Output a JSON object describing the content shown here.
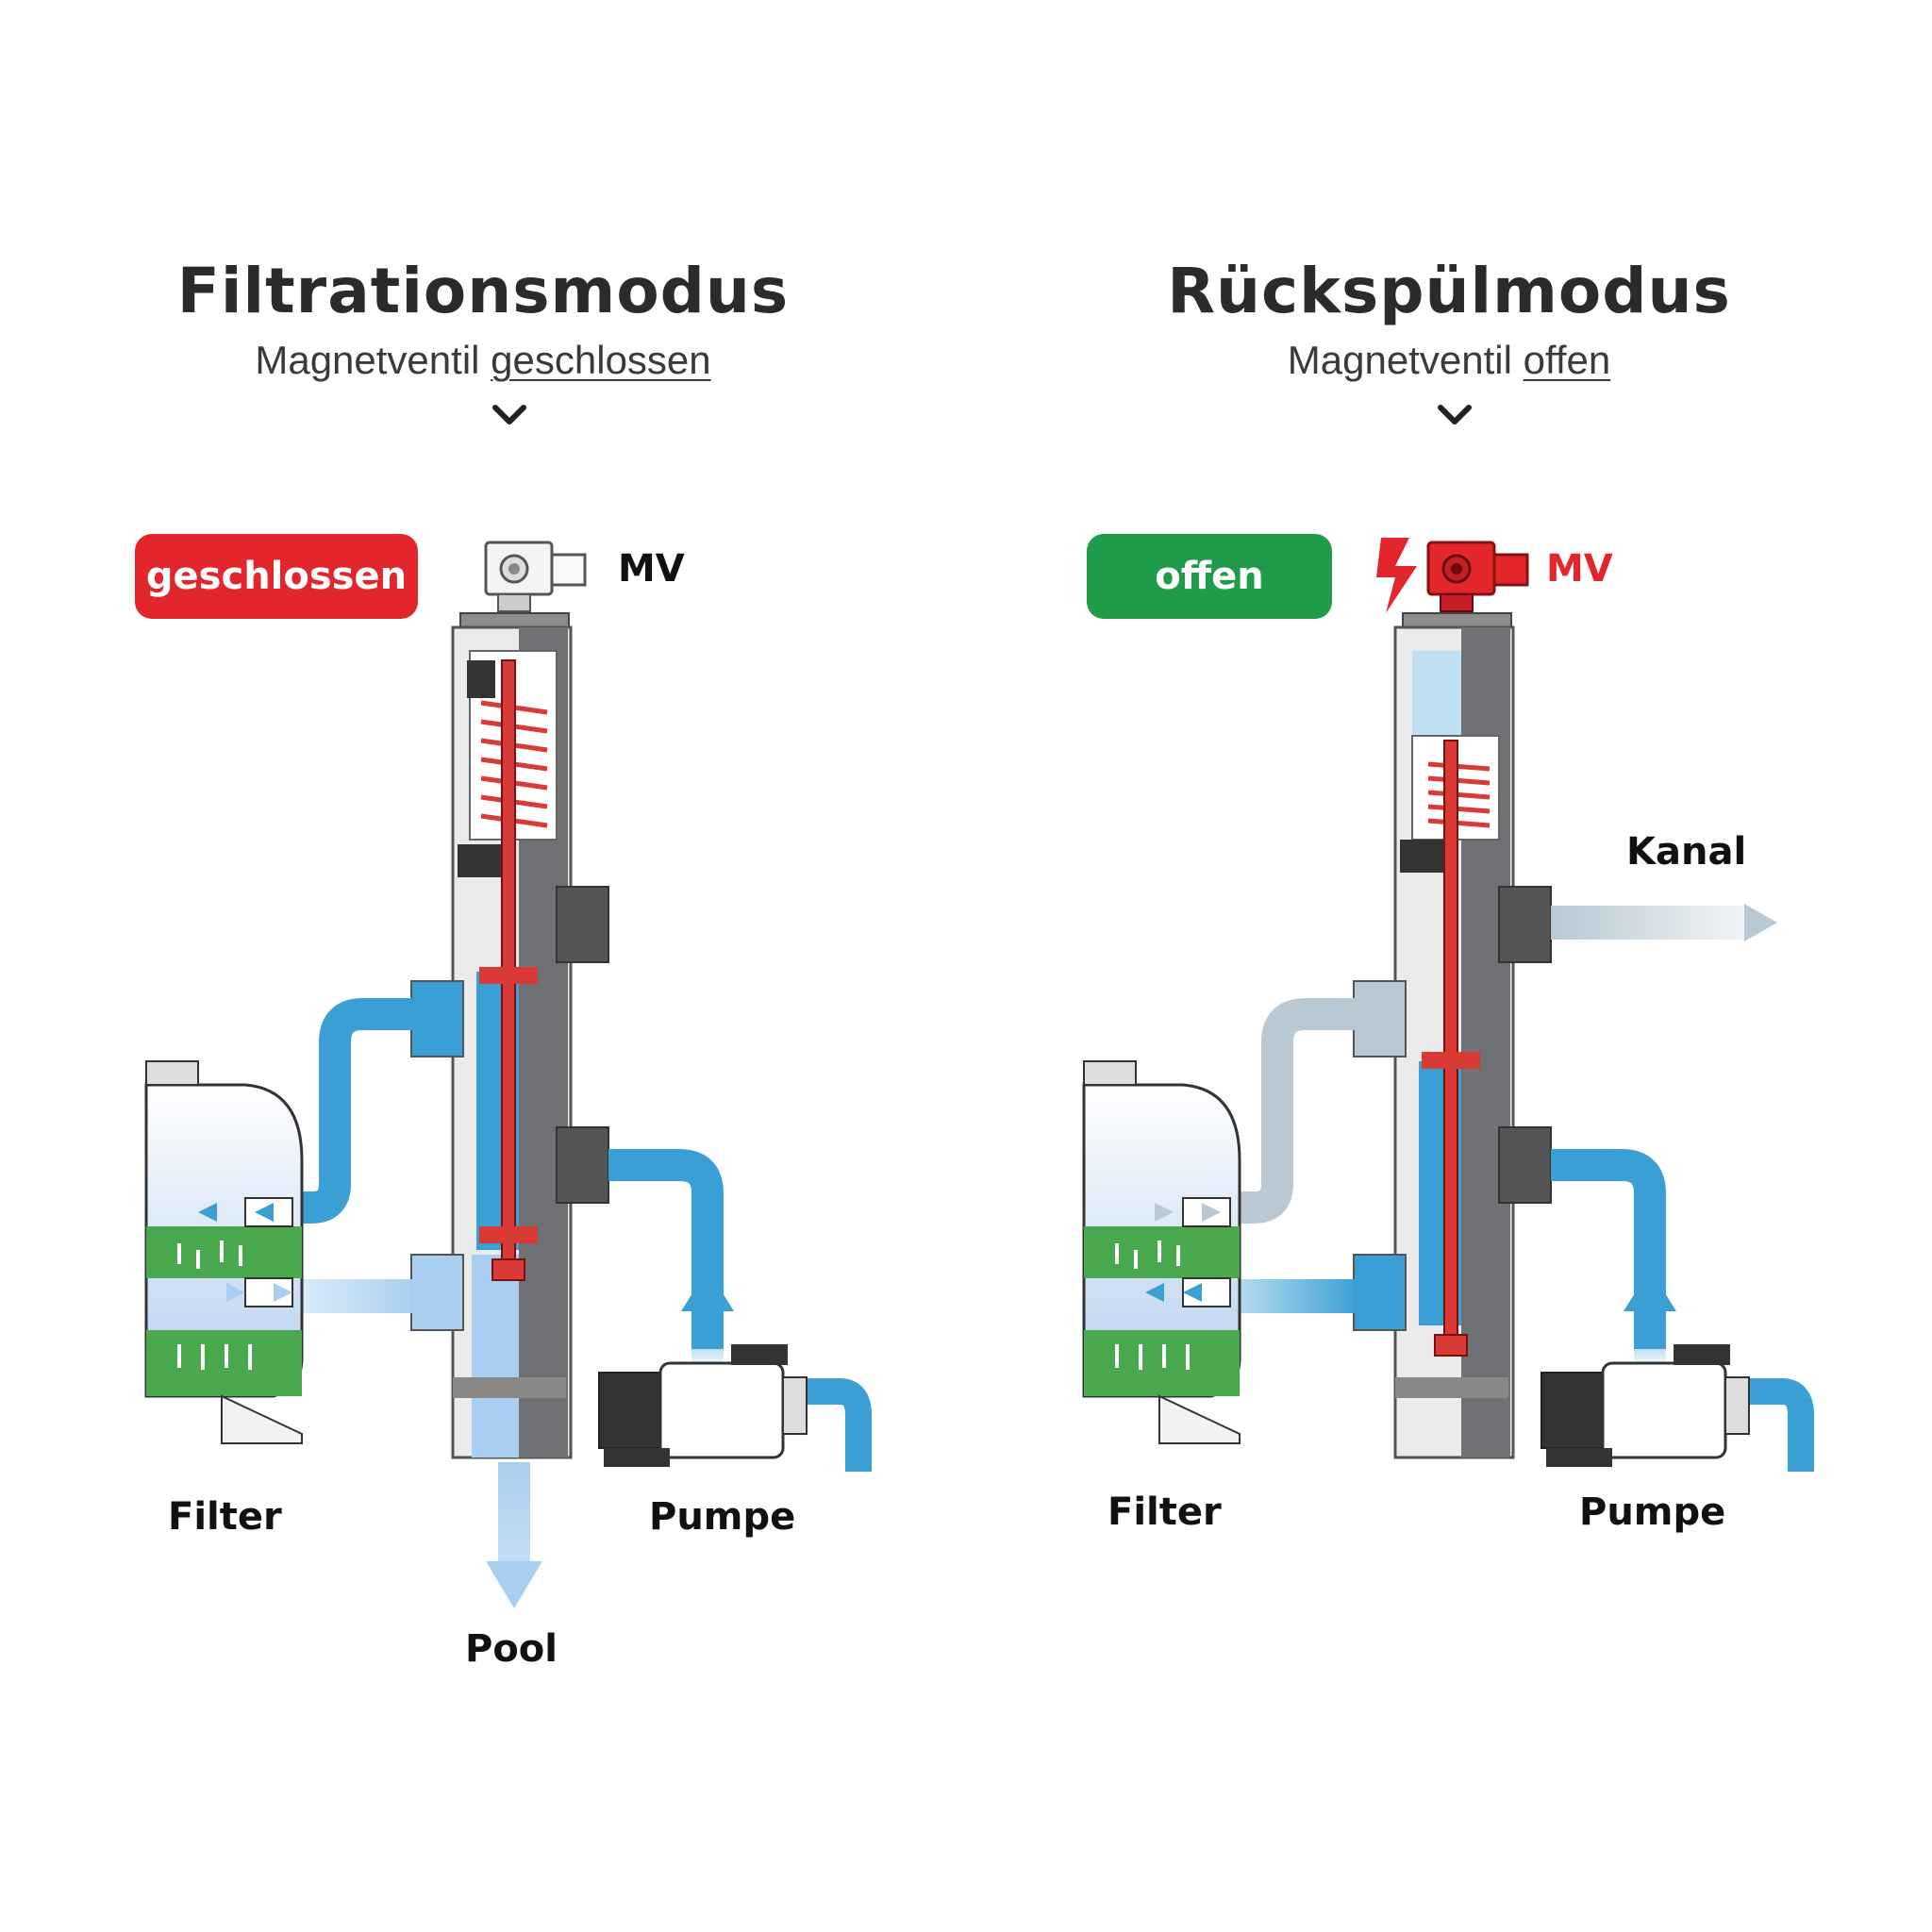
{
  "colors": {
    "closed_red": "#e3262b",
    "open_green": "#1f9b4a",
    "water_blue": "#3a9fd5",
    "light_blue": "#a9cff0",
    "gray_flow": "#b9c8d3",
    "spring_red": "#d93a35",
    "filter_green": "#4aa84e",
    "body_gray": "#7d7f82"
  },
  "filtration": {
    "title": "Filtrationsmodus",
    "subtitle_prefix": "Magnetventil ",
    "subtitle_state": "geschlossen",
    "badge": "geschlossen",
    "valve_label": "MV",
    "filter_label": "Filter",
    "pump_label": "Pumpe",
    "pool_label": "Pool"
  },
  "backwash": {
    "title": "Rückspülmodus",
    "subtitle_prefix": "Magnetventil ",
    "subtitle_state": "offen",
    "badge": "offen",
    "valve_label": "MV",
    "filter_label": "Filter",
    "pump_label": "Pumpe",
    "drain_label": "Kanal"
  },
  "icons": [
    "chevron-down-icon",
    "lightning-icon"
  ]
}
